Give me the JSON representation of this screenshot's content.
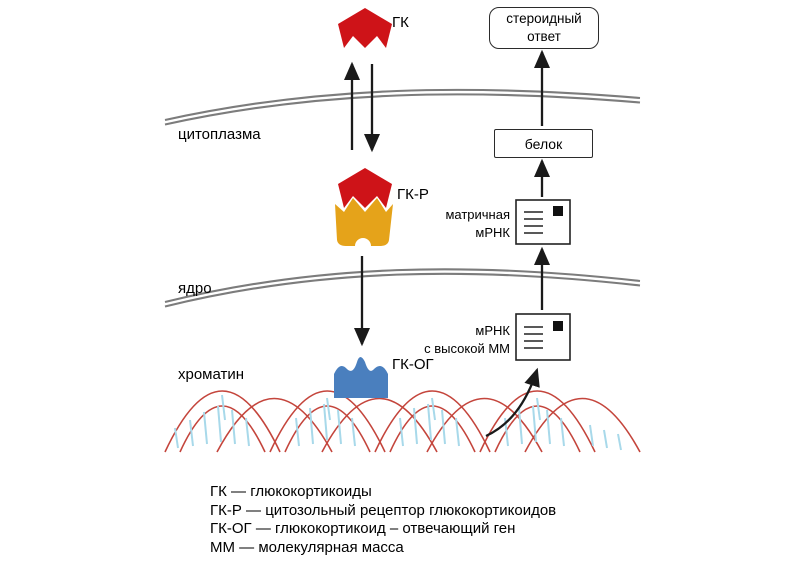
{
  "diagram": {
    "molecules": {
      "gk_label": "ГК",
      "gkr_label": "ГК-Р",
      "gkog_label": "ГК-ОГ"
    },
    "compartments": {
      "cytoplasm": "цитоплазма",
      "nucleus": "ядро",
      "chromatin": "хроматин"
    },
    "boxes": {
      "steroid_response": "стероидный\nответ",
      "protein": "белок"
    },
    "rna": {
      "matrix_mrna": "матричная\nмРНК",
      "high_mm_mrna": "мРНК\nс высокой ММ"
    },
    "legend": {
      "items": [
        "ГК — глюкокортикоиды",
        "ГК-Р — цитозольный рецептор глюкокортикоидов",
        "ГК-ОГ — глюкокортикоид – отвечающий ген",
        "ММ — молекулярная масса"
      ]
    },
    "colors": {
      "glucocorticoid_red": "#ce1318",
      "receptor_yellow": "#e5a31a",
      "gene_blue": "#4a7fbe",
      "membrane_gray": "#7c7c7c",
      "chromatin_red": "#c4453c",
      "chromatin_blue": "#a8d9ea",
      "arrow_black": "#1a1a1a"
    }
  }
}
